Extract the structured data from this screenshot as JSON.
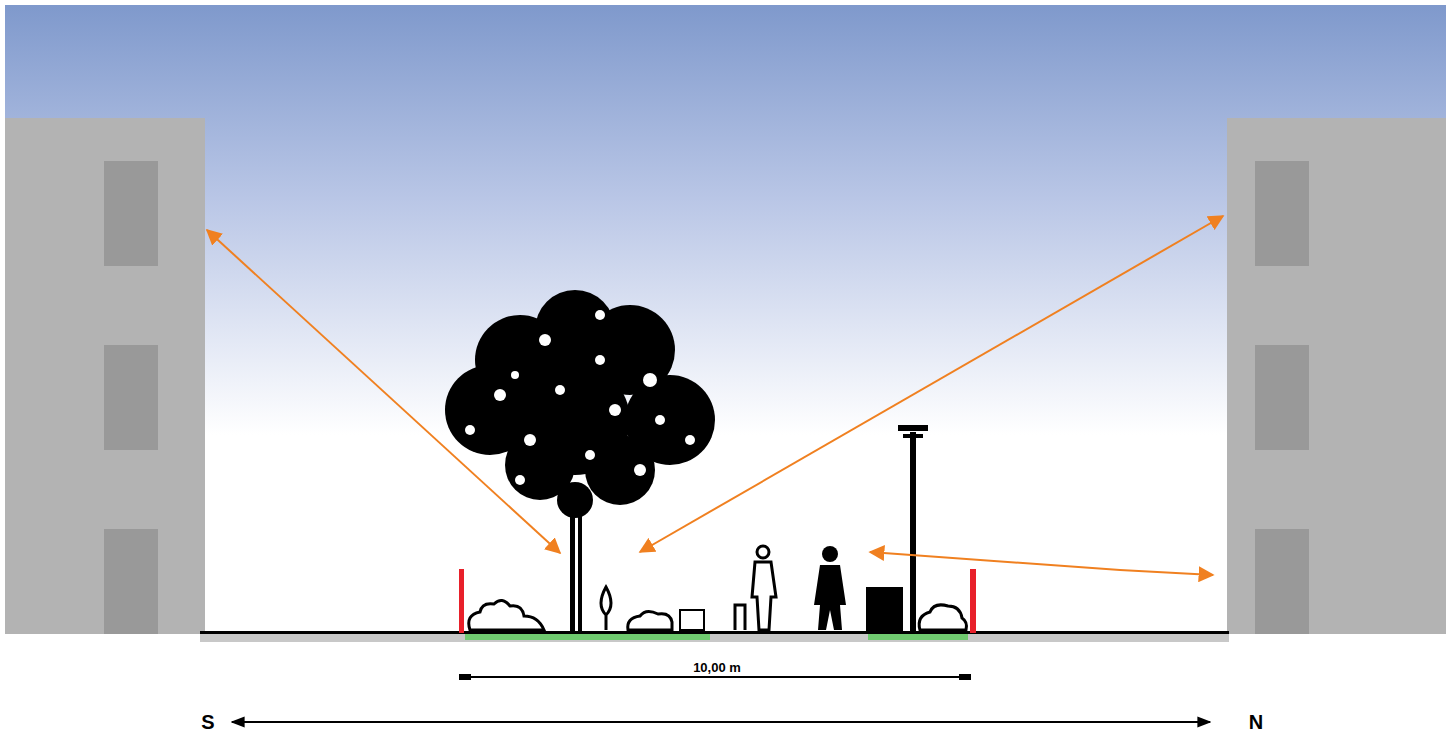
{
  "diagram": {
    "labels": [
      "10,00 m",
      "S",
      "N"
    ]
  }
}
